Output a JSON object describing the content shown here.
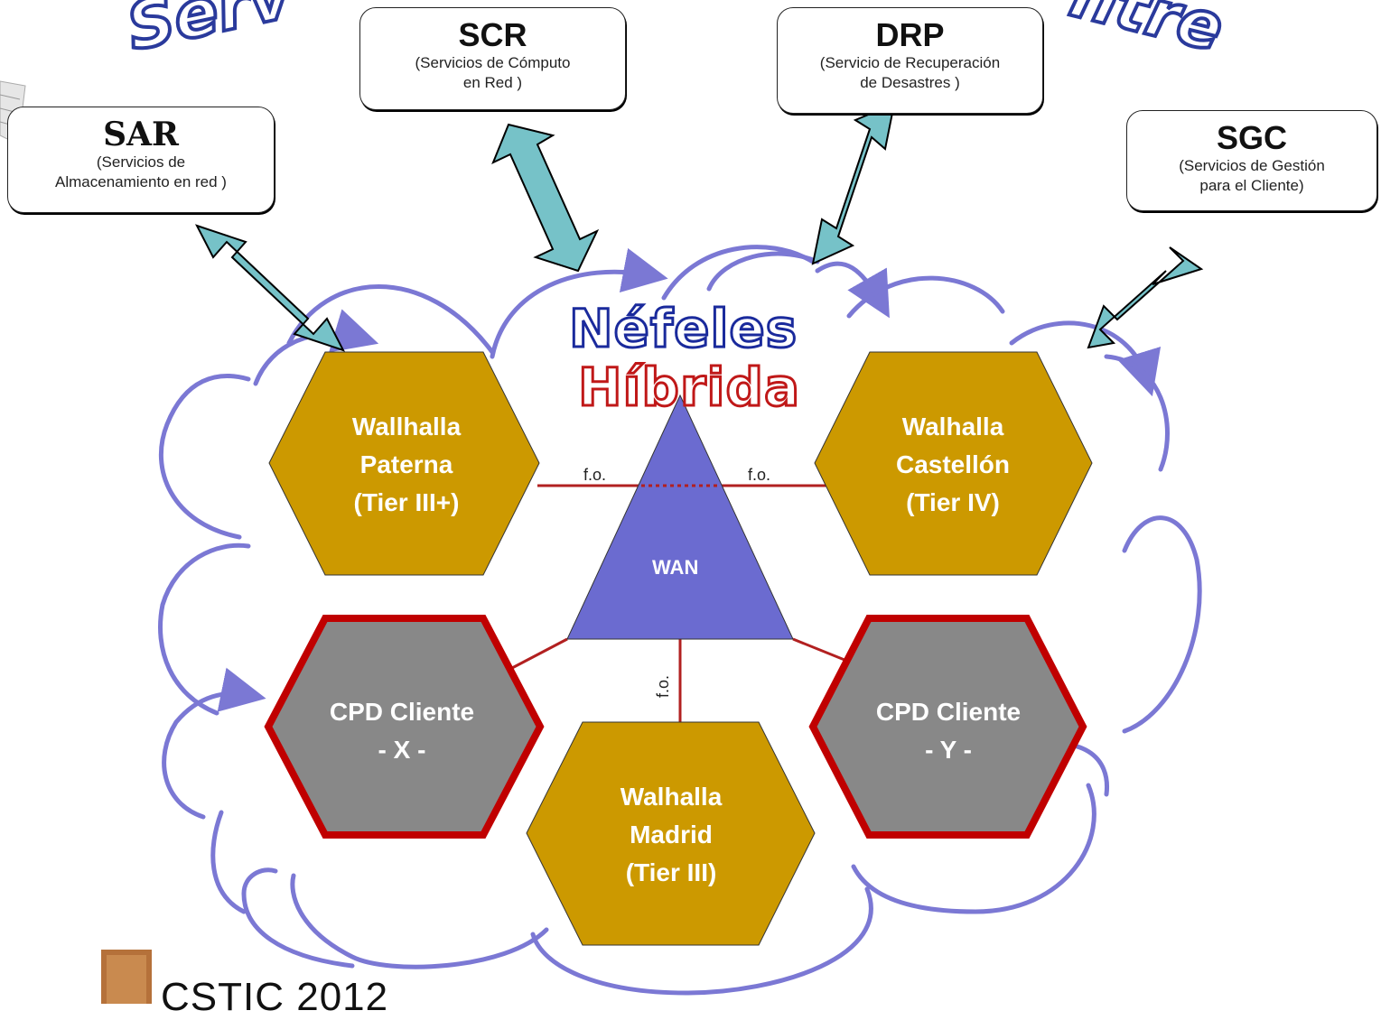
{
  "title": {
    "left_fragment": "Serv",
    "right_fragment": "ntre"
  },
  "services": [
    {
      "abbr": "SAR",
      "desc_line1": "(Servicios de",
      "desc_line2": "Almacenamiento en red )"
    },
    {
      "abbr": "SCR",
      "desc_line1": "(Servicios de Cómputo",
      "desc_line2": "en Red )"
    },
    {
      "abbr": "DRP",
      "desc_line1": "(Servicio de Recuperación",
      "desc_line2": "de Desastres )"
    },
    {
      "abbr": "SGC",
      "desc_line1": "(Servicios de Gestión",
      "desc_line2": "para el Cliente)"
    }
  ],
  "brand": {
    "line1": "Néfeles",
    "line2": "Híbrida"
  },
  "nodes": {
    "paterna": {
      "line1": "Wallhalla",
      "line2": "Paterna",
      "line3": "(Tier III+)"
    },
    "castellon": {
      "line1": "Walhalla",
      "line2": "Castellón",
      "line3": "(Tier IV)"
    },
    "madrid": {
      "line1": "Walhalla",
      "line2": "Madrid",
      "line3": "(Tier III)"
    },
    "cliente_x": {
      "line1": "CPD Cliente",
      "line2": "- X -"
    },
    "cliente_y": {
      "line1": "CPD Cliente",
      "line2": "- Y -"
    }
  },
  "wan_label": "WAN",
  "link_labels": {
    "left": "f.o.",
    "right": "f.o.",
    "bottom": "f.o."
  },
  "footer": {
    "text": "CSTIC 2012"
  },
  "colors": {
    "cloud_outline": "#7b78d4",
    "arrow_fill": "#76c2c8",
    "gold_hex": "#cc9900",
    "gray_hex": "#888888",
    "red_border": "#c00000",
    "wan_triangle": "#6b6bd0",
    "link_line": "#b22020"
  }
}
